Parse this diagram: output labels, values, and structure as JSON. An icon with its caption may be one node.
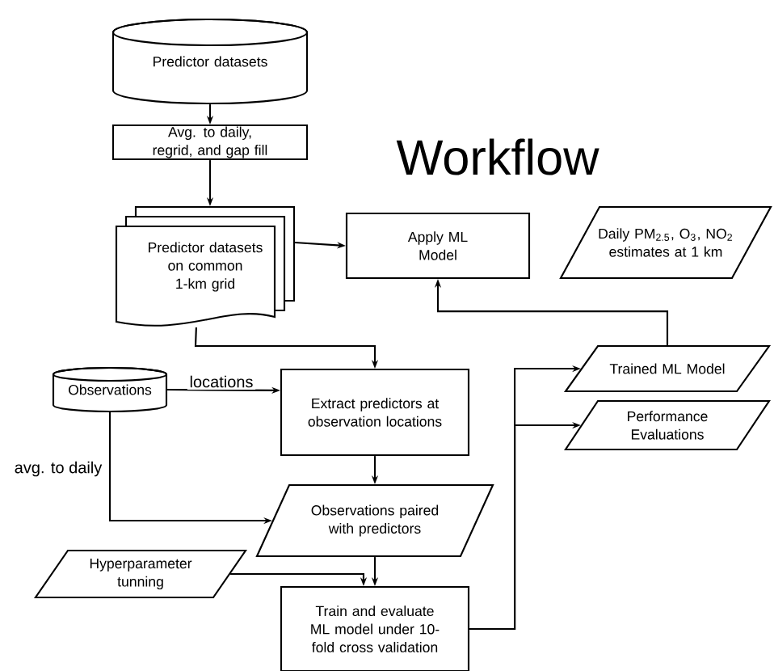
{
  "diagram": {
    "title": "Workflow",
    "nodes": [
      {
        "text": [
          "Predictor datasets"
        ]
      },
      {
        "text": [
          "Avg. to daily, regrid, and gap fill"
        ]
      },
      {
        "text": [
          "Predictor datasets on common 1-km grid"
        ]
      },
      {
        "text": [
          "Apply ML Model"
        ]
      },
      {
        "text": [
          "Daily PM$_{2.5}$, O$_{3}$, NO$_{2}$ estimates at 1 km"
        ]
      },
      {
        "text": [
          "Observations"
        ]
      },
      {
        "text": [
          "Extract predictors at observation locations"
        ]
      },
      {
        "text": [
          "Observations paired with predictors"
        ]
      },
      {
        "text": [
          "Hyperparameter tunning"
        ]
      },
      {
        "text": [
          "Train and evaluate ML model under 10-fold cross validation"
        ]
      },
      {
        "text": [
          "Trained ML Model"
        ]
      },
      {
        "text": [
          "Performance Evaluations"
        ]
      }
    ],
    "edges": [
      {
        "from": 0,
        "to": 1,
        "arrow": "to"
      },
      {
        "from": 1,
        "to": 2,
        "arrow": "to"
      },
      {
        "from": 2,
        "to": 3,
        "arrow": "to"
      },
      {
        "from": 2,
        "to": 6,
        "arrow": "to"
      },
      {
        "from": 5,
        "to": 6,
        "arrow": "to",
        "label": "locations"
      },
      {
        "from": 5,
        "to": 7,
        "arrow": "to",
        "label": "avg. to daily"
      },
      {
        "from": 6,
        "to": 7,
        "arrow": "to"
      },
      {
        "from": 7,
        "to": 9,
        "arrow": "to"
      },
      {
        "from": 8,
        "to": 9,
        "arrow": "to"
      },
      {
        "from": 9,
        "to": 10,
        "arrow": "to"
      },
      {
        "from": 9,
        "to": 11,
        "arrow": "to"
      },
      {
        "from": 10,
        "to": 3,
        "arrow": "to"
      }
    ]
  }
}
